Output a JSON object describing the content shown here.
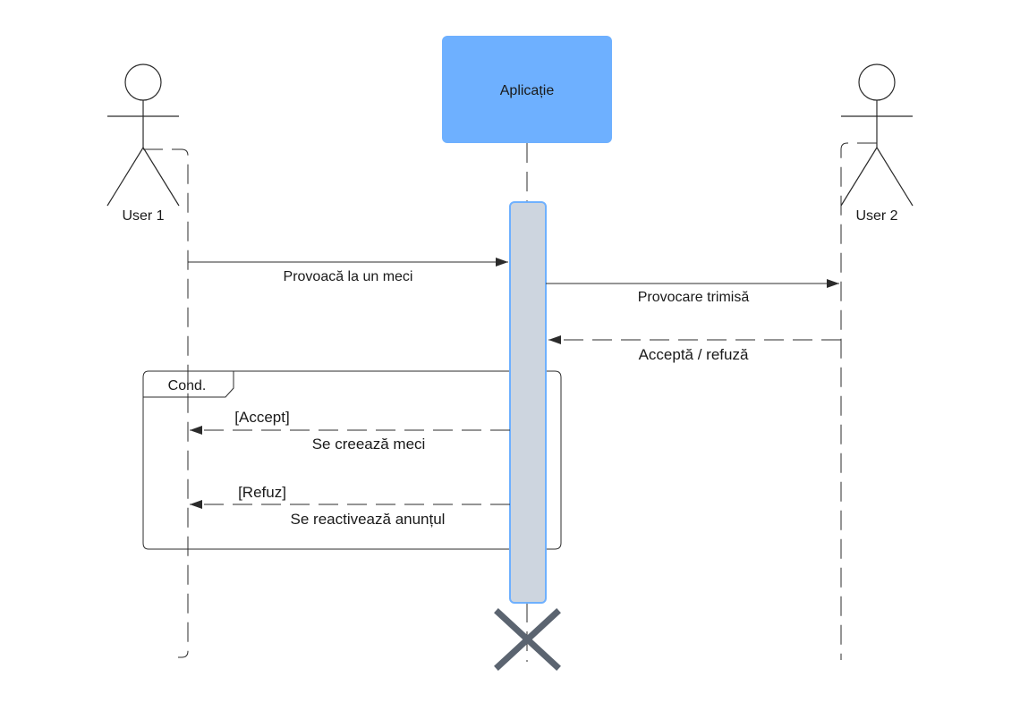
{
  "diagram": {
    "participants": {
      "user1": {
        "label": "User 1"
      },
      "app": {
        "label": "Aplicație"
      },
      "user2": {
        "label": "User 2"
      }
    },
    "messages": [
      {
        "id": "m1",
        "text": "Provoacă la un meci",
        "from": "user1",
        "to": "app",
        "style": "solid"
      },
      {
        "id": "m2",
        "text": "Provocare trimisă",
        "from": "app",
        "to": "user2",
        "style": "solid"
      },
      {
        "id": "m3",
        "text": "Acceptă / refuză",
        "from": "user2",
        "to": "app",
        "style": "dashed"
      },
      {
        "id": "m4",
        "guard": "[Accept]",
        "text": "Se creează meci",
        "from": "app",
        "to": "user1",
        "style": "dashed"
      },
      {
        "id": "m5",
        "guard": "[Refuz]",
        "text": "Se reactivează anunțul",
        "from": "app",
        "to": "user1",
        "style": "dashed"
      }
    ],
    "fragment": {
      "label": "Cond."
    },
    "colors": {
      "app_box": "#6eb0ff",
      "activation_fill": "#cdd5df",
      "activation_stroke": "#6eb0ff",
      "destroy": "#5b6470",
      "line": "#2b2b2b"
    }
  }
}
